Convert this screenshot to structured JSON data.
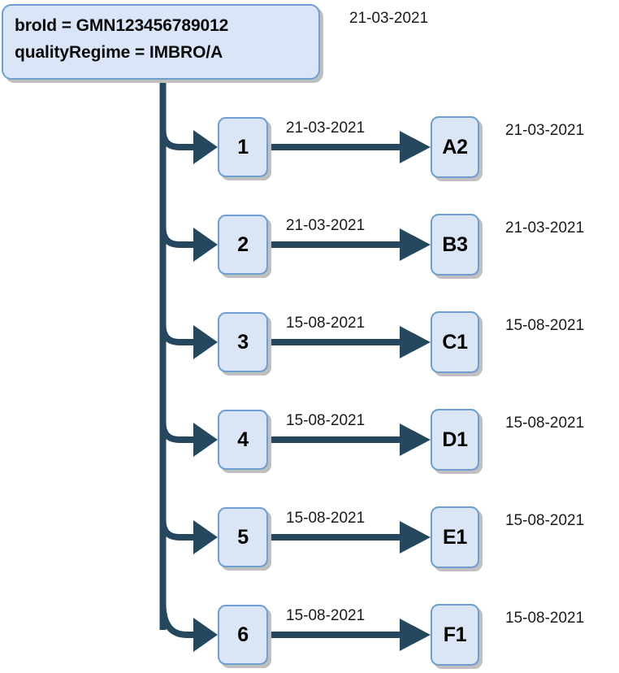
{
  "diagram": {
    "type": "tree-flow",
    "root": {
      "line1": "broId = GMN123456789012",
      "line2": "qualityRegime = IMBRO/A",
      "date": "21-03-2021"
    },
    "colors": {
      "node_fill": "#dae5f6",
      "node_border": "#6f9fd0",
      "connector": "#26485f",
      "shadow": "#bfbfbf",
      "text": "#000000"
    },
    "rows": [
      {
        "source": "1",
        "target": "A2",
        "edge_date": "21-03-2021",
        "target_date": "21-03-2021"
      },
      {
        "source": "2",
        "target": "B3",
        "edge_date": "21-03-2021",
        "target_date": "21-03-2021"
      },
      {
        "source": "3",
        "target": "C1",
        "edge_date": "15-08-2021",
        "target_date": "15-08-2021"
      },
      {
        "source": "4",
        "target": "D1",
        "edge_date": "15-08-2021",
        "target_date": "15-08-2021"
      },
      {
        "source": "5",
        "target": "E1",
        "edge_date": "15-08-2021",
        "target_date": "15-08-2021"
      },
      {
        "source": "6",
        "target": "F1",
        "edge_date": "15-08-2021",
        "target_date": "15-08-2021"
      }
    ]
  }
}
